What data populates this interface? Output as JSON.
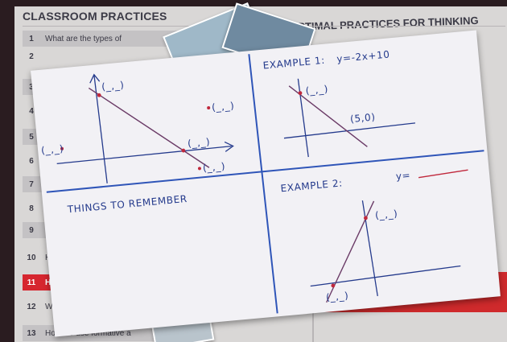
{
  "poster": {
    "title_left": "CLASSROOM PRACTICES",
    "title_right": "OPTIMAL PRACTICES FOR THINKING",
    "rows": [
      {
        "num": "1",
        "text": "What are the types of"
      },
      {
        "num": "2",
        "text": ""
      },
      {
        "num": "3",
        "text": ""
      },
      {
        "num": "4",
        "text": ""
      },
      {
        "num": "5",
        "text": ""
      },
      {
        "num": "6",
        "text": ""
      },
      {
        "num": "7",
        "text": ""
      },
      {
        "num": "8",
        "text": ""
      },
      {
        "num": "9",
        "text": "I"
      },
      {
        "num": "10",
        "text": "H"
      },
      {
        "num": "11",
        "text": "H"
      },
      {
        "num": "12",
        "text": "W"
      },
      {
        "num": "13",
        "text": "How we use formative a"
      }
    ]
  },
  "card": {
    "example1_heading": "EXAMPLE 1:",
    "example1_equation": "y=-2x+10",
    "example1_point_y": "(_,_)",
    "example1_point_x": "(5,0)",
    "example2_heading": "EXAMPLE 2:",
    "example2_equation": "y=",
    "example2_point_top": "(_,_)",
    "example2_point_bottom": "(_,_)",
    "remember_heading": "THINGS TO REMEMBER",
    "graph_point_top": "(_,_)",
    "graph_point_left": "(_,_)",
    "graph_point_right": "(_,_)",
    "graph_point_upper_right": "(_,_)",
    "graph_point_lower_right": "(_,_)"
  },
  "colors": {
    "ink_blue": "#243a8c",
    "ink_red": "#b8233a",
    "card": "#f2f1f5",
    "poster_red": "#d6262f"
  }
}
